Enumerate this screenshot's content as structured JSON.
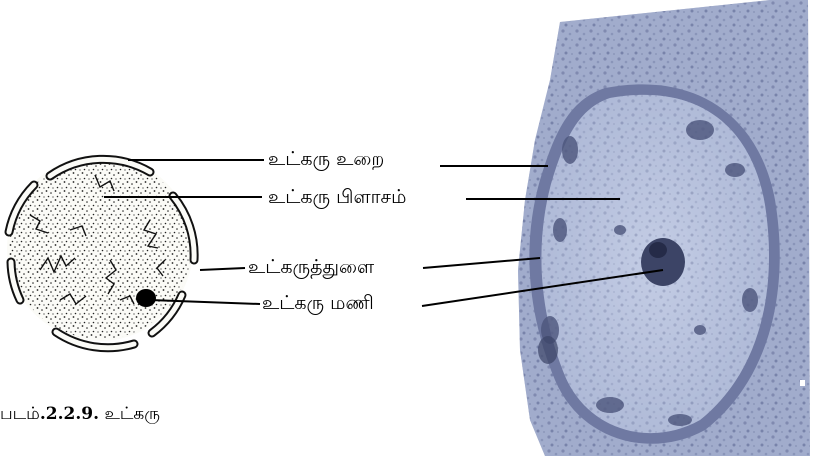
{
  "labels": {
    "nuclear_envelope": "உட்கரு உறை",
    "nucleoplasm": "உட்கரு பிளாசம்",
    "nuclear_pore": "உட்கருத்துளை",
    "nucleolus": "உட்கரு மணி"
  },
  "caption": {
    "prefix": "படம்",
    "number": ".2.2.9.",
    "title": "உட்கரு"
  }
}
